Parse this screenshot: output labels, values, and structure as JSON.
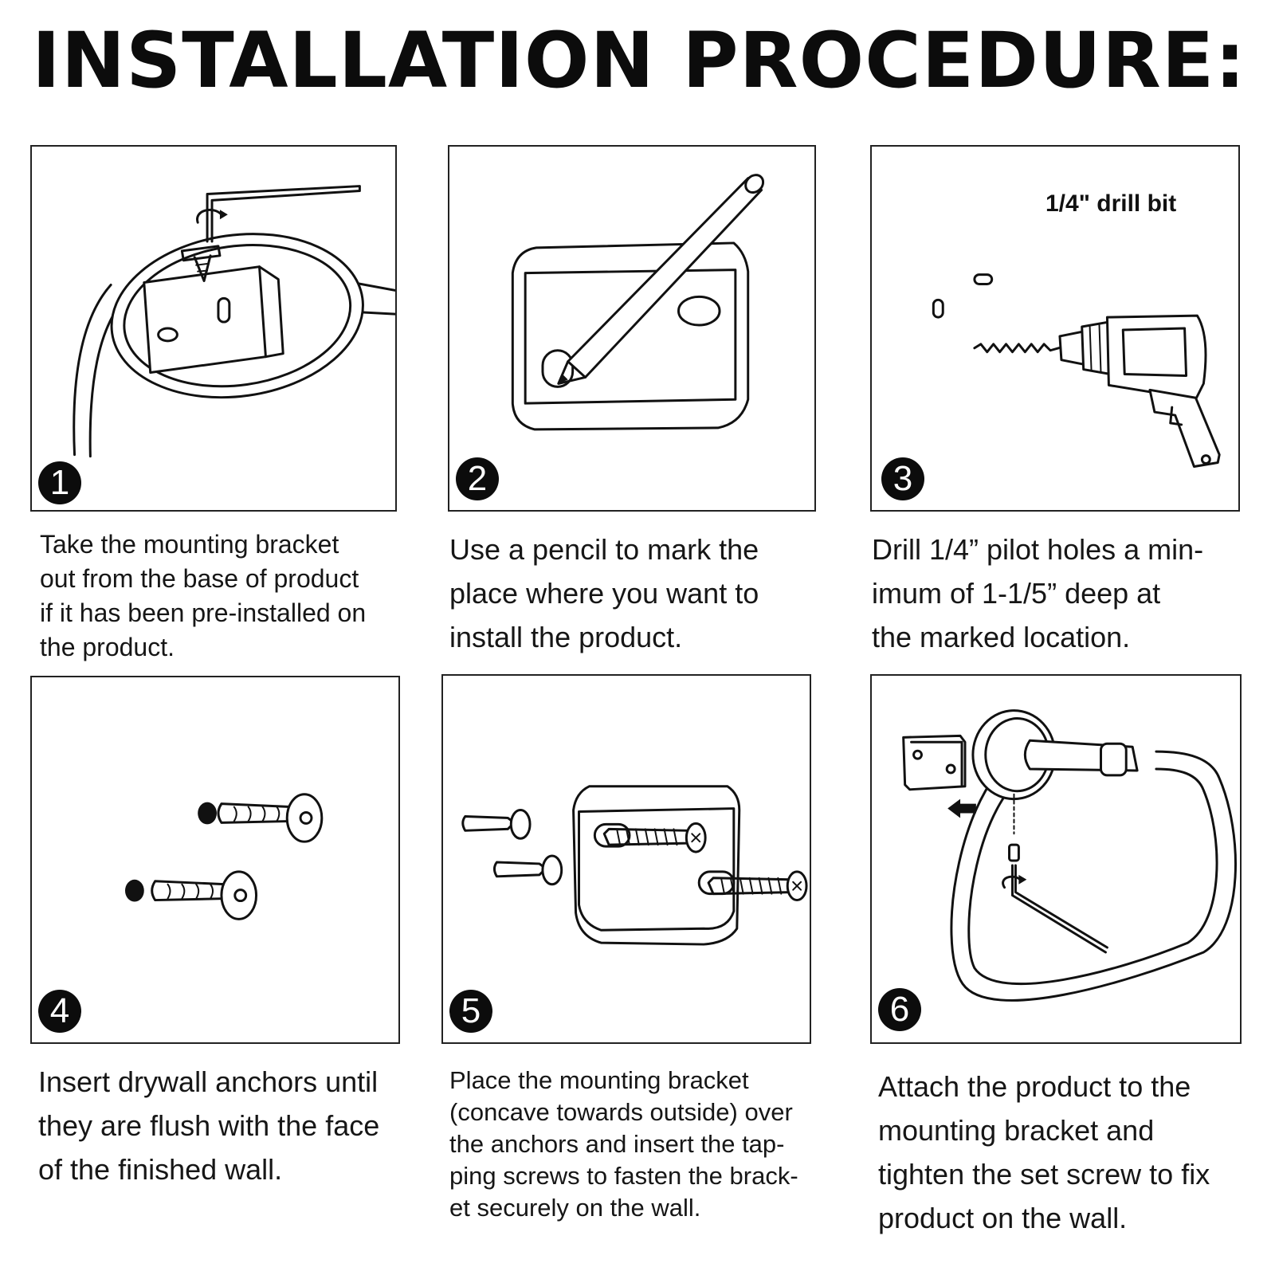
{
  "title": "INSTALLATION PROCEDURE:",
  "steps": [
    {
      "number": "1",
      "caption_lines": [
        "Take the mounting bracket",
        "out from the base of product",
        "if it has been pre-installed on",
        "the product."
      ]
    },
    {
      "number": "2",
      "caption_lines": [
        "Use a pencil to mark the",
        "place where you want to",
        "install the product."
      ]
    },
    {
      "number": "3",
      "label": "1/4\" drill bit",
      "caption_lines": [
        "Drill 1/4” pilot holes a min-",
        "imum of 1-1/5” deep at",
        "the marked location."
      ]
    },
    {
      "number": "4",
      "caption_lines": [
        "Insert drywall anchors until",
        "they are flush with the face",
        "of the finished wall."
      ]
    },
    {
      "number": "5",
      "caption_lines": [
        "Place the mounting bracket",
        "(concave towards outside) over",
        "the anchors and insert the tap-",
        "ping screws to fasten the brack-",
        "et securely on the wall."
      ]
    },
    {
      "number": "6",
      "caption_lines": [
        "Attach the product to the",
        "mounting bracket and",
        "tighten the set screw to fix",
        "product on the wall."
      ]
    }
  ]
}
